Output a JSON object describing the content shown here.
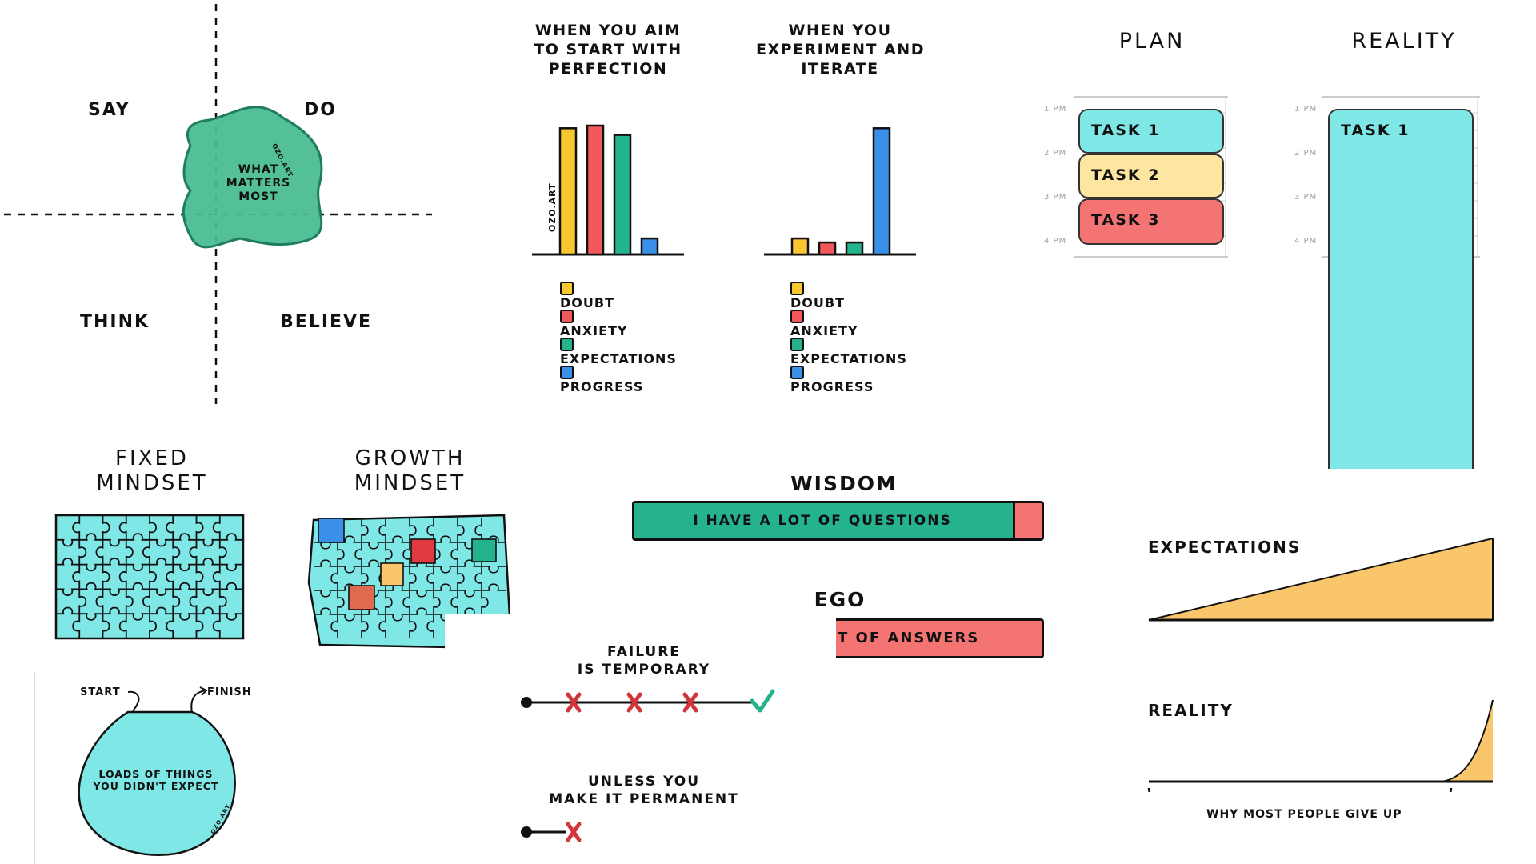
{
  "colors": {
    "yellow": "#f9c82e",
    "red": "#f2575c",
    "teal": "#24b38d",
    "blue": "#3a90e8",
    "cyan": "#7fe7e6",
    "green_blob": "#4bbd92",
    "pale_yellow": "#fde69f",
    "coral": "#f47373",
    "orange_fill": "#f9c66b",
    "ink": "#111111"
  },
  "quadrant": {
    "say": "SAY",
    "do": "DO",
    "think": "THINK",
    "believe": "BELIEVE",
    "center_line1": "WHAT",
    "center_line2": "MATTERS",
    "center_line3": "MOST",
    "signature": "OZO.ART"
  },
  "chart_data": [
    {
      "type": "bar",
      "title_lines": [
        "WHEN YOU AIM",
        "TO START WITH",
        "PERFECTION"
      ],
      "categories": [
        "DOUBT",
        "ANXIETY",
        "EXPECTATIONS",
        "PROGRESS"
      ],
      "values": [
        95,
        97,
        90,
        12
      ],
      "ylim": [
        0,
        100
      ],
      "signature": "OZO.ART"
    },
    {
      "type": "bar",
      "title_lines": [
        "WHEN YOU",
        "EXPERIMENT AND",
        "ITERATE"
      ],
      "categories": [
        "DOUBT",
        "ANXIETY",
        "EXPECTATIONS",
        "PROGRESS"
      ],
      "values": [
        12,
        9,
        9,
        95
      ],
      "ylim": [
        0,
        100
      ]
    }
  ],
  "plan": {
    "title": "PLAN",
    "hours": [
      "1 PM",
      "2 PM",
      "3 PM",
      "4 PM"
    ],
    "tasks": [
      "TASK 1",
      "TASK 2",
      "TASK 3"
    ]
  },
  "reality_schedule": {
    "title": "REALITY",
    "hours": [
      "1 PM",
      "2 PM",
      "3 PM",
      "4 PM"
    ],
    "task": "TASK 1"
  },
  "mindset": {
    "fixed_line1": "FIXED",
    "fixed_line2": "MINDSET",
    "growth_line1": "GROWTH",
    "growth_line2": "MINDSET"
  },
  "wisdom": {
    "title": "WISDOM",
    "bar_text": "I HAVE A LOT OF QUESTIONS",
    "bar_fill_fraction": 0.93
  },
  "ego": {
    "title": "EGO",
    "bar_text": "T OF ANSWERS"
  },
  "failure": {
    "line1": "FAILURE",
    "line2": "IS TEMPORARY",
    "line3": "UNLESS YOU",
    "line4": "MAKE IT PERMANENT"
  },
  "journey": {
    "start": "START",
    "finish": "FINISH",
    "center_line1": "LOADS OF THINGS",
    "center_line2": "YOU DIDN'T EXPECT",
    "signature": "OZO.ART"
  },
  "expect_vs_reality": {
    "expectations": "EXPECTATIONS",
    "reality": "REALITY",
    "caption": "WHY MOST PEOPLE GIVE UP"
  }
}
